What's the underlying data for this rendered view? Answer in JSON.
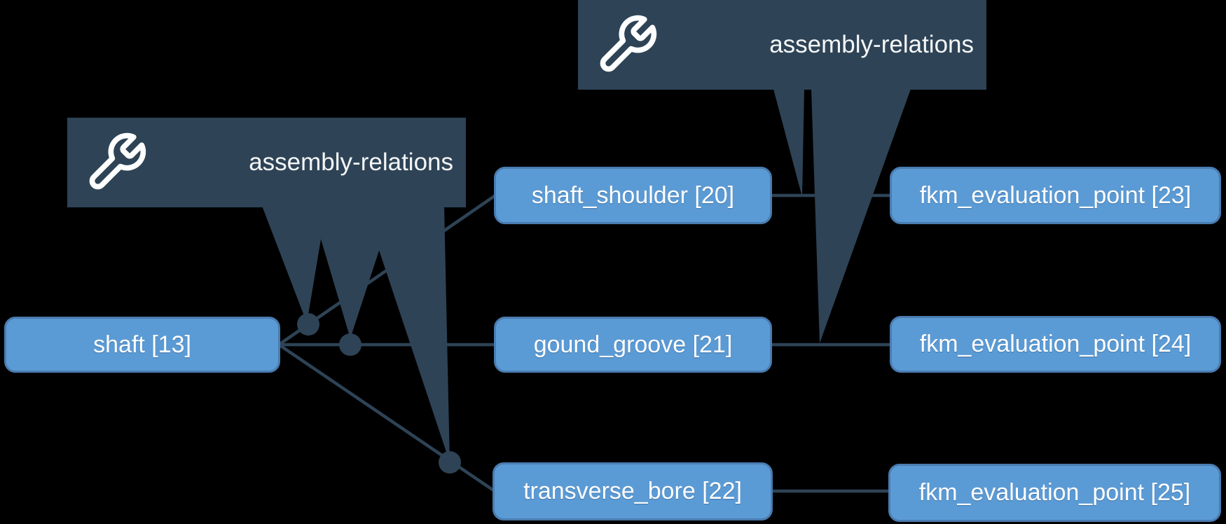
{
  "diagram": {
    "background": "#000000",
    "colors": {
      "node_fill": "#5B9BD5",
      "node_border": "#4A7CB0",
      "dark_slate": "#2E4356",
      "text": "#FFFFFF"
    },
    "nodes": [
      {
        "label": "shaft [13]"
      },
      {
        "label": "shaft_shoulder [20]"
      },
      {
        "label": "gound_groove [21]"
      },
      {
        "label": "transverse_bore [22]"
      },
      {
        "label": "fkm_evaluation_point [23]"
      },
      {
        "label": "fkm_evaluation_point [24]"
      },
      {
        "label": "fkm_evaluation_point [25]"
      }
    ],
    "edges": [
      {
        "from": "shaft [13]",
        "to": "shaft_shoulder [20]",
        "relation_dot": true
      },
      {
        "from": "shaft [13]",
        "to": "gound_groove [21]",
        "relation_dot": true
      },
      {
        "from": "shaft [13]",
        "to": "transverse_bore [22]",
        "relation_dot": true
      },
      {
        "from": "shaft_shoulder [20]",
        "to": "fkm_evaluation_point [23]",
        "relation_dot": false
      },
      {
        "from": "gound_groove [21]",
        "to": "fkm_evaluation_point [24]",
        "relation_dot": false
      },
      {
        "from": "transverse_bore [22]",
        "to": "fkm_evaluation_point [25]",
        "relation_dot": false
      }
    ],
    "tooltips": [
      {
        "label": "assembly-relations",
        "icon": "wrench-icon",
        "points_to": [
          "shaft [13] → shaft_shoulder [20]",
          "shaft [13] → gound_groove [21]",
          "shaft [13] → transverse_bore [22]"
        ]
      },
      {
        "label": "assembly-relations",
        "icon": "wrench-icon",
        "points_to": [
          "shaft_shoulder [20] → fkm_evaluation_point [23]",
          "gound_groove [21] → fkm_evaluation_point [24]"
        ]
      }
    ]
  }
}
